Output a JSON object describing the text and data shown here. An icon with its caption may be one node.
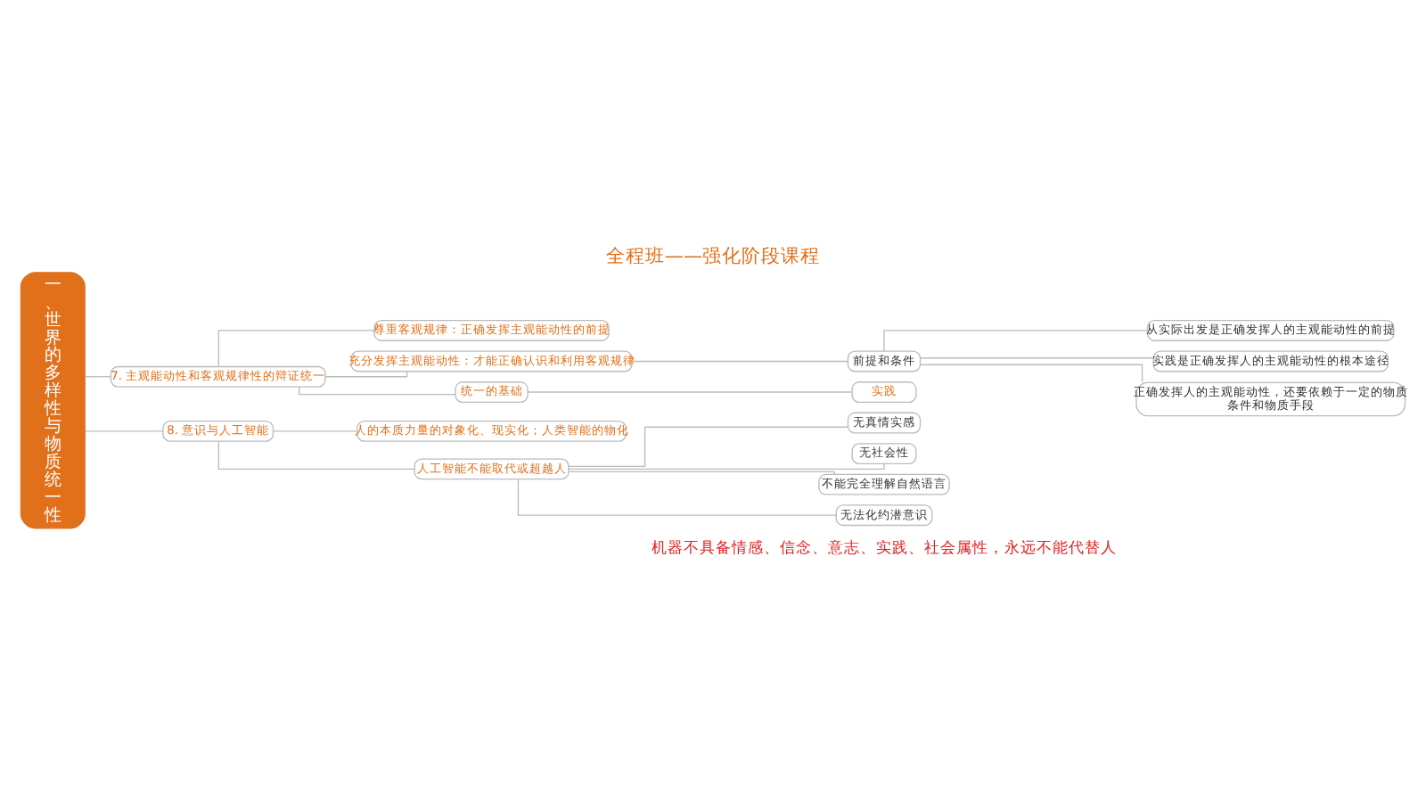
{
  "diagram": {
    "title": "全程班——强化阶段课程",
    "nodes": [
      {
        "text": [
          "一、世界的多样性与物质统一性"
        ]
      },
      {
        "text": [
          "7. 主观能动性和客观规律性的辩证统一"
        ]
      },
      {
        "text": [
          "尊重客观规律：正确发挥主观能动性的前提"
        ]
      },
      {
        "text": [
          "充分发挥主观能动性：才能正确认识和利用客观规律"
        ]
      },
      {
        "text": [
          "统一的基础"
        ]
      },
      {
        "text": [
          "实践"
        ]
      },
      {
        "text": [
          "前提和条件"
        ]
      },
      {
        "text": [
          "从实际出发是正确发挥人的主观能动性的前提"
        ]
      },
      {
        "text": [
          "实践是正确发挥人的主观能动性的根本途径"
        ]
      },
      {
        "text": [
          "正确发挥人的主观能动性，还要依赖于一定的物质条件和物质手段"
        ]
      },
      {
        "text": [
          "8. 意识与人工智能"
        ]
      },
      {
        "text": [
          "人的本质力量的对象化、现实化；人类智能的物化"
        ]
      },
      {
        "text": [
          "人工智能不能取代或超越人"
        ]
      },
      {
        "text": [
          "无真情实感"
        ]
      },
      {
        "text": [
          "无社会性"
        ]
      },
      {
        "text": [
          "不能完全理解自然语言"
        ]
      },
      {
        "text": [
          "无法化约潜意识"
        ]
      }
    ],
    "edges": [
      {
        "from": 0,
        "to": 1,
        "arrow": "none"
      },
      {
        "from": 1,
        "to": 2,
        "arrow": "none"
      },
      {
        "from": 1,
        "to": 3,
        "arrow": "none"
      },
      {
        "from": 1,
        "to": 4,
        "arrow": "none"
      },
      {
        "from": 4,
        "to": 5,
        "arrow": "none"
      },
      {
        "from": 3,
        "to": 6,
        "arrow": "none"
      },
      {
        "from": 6,
        "to": 7,
        "arrow": "none"
      },
      {
        "from": 6,
        "to": 8,
        "arrow": "none"
      },
      {
        "from": 6,
        "to": 9,
        "arrow": "none"
      },
      {
        "from": 0,
        "to": 10,
        "arrow": "none"
      },
      {
        "from": 10,
        "to": 11,
        "arrow": "none"
      },
      {
        "from": 10,
        "to": 12,
        "arrow": "none"
      },
      {
        "from": 12,
        "to": 13,
        "arrow": "none"
      },
      {
        "from": 12,
        "to": 14,
        "arrow": "none"
      },
      {
        "from": 12,
        "to": 15,
        "arrow": "none"
      },
      {
        "from": 12,
        "to": 16,
        "arrow": "none"
      }
    ],
    "labels": [
      "机器不具备情感、信念、意志、实践、社会属性，永远不能代替人"
    ]
  }
}
